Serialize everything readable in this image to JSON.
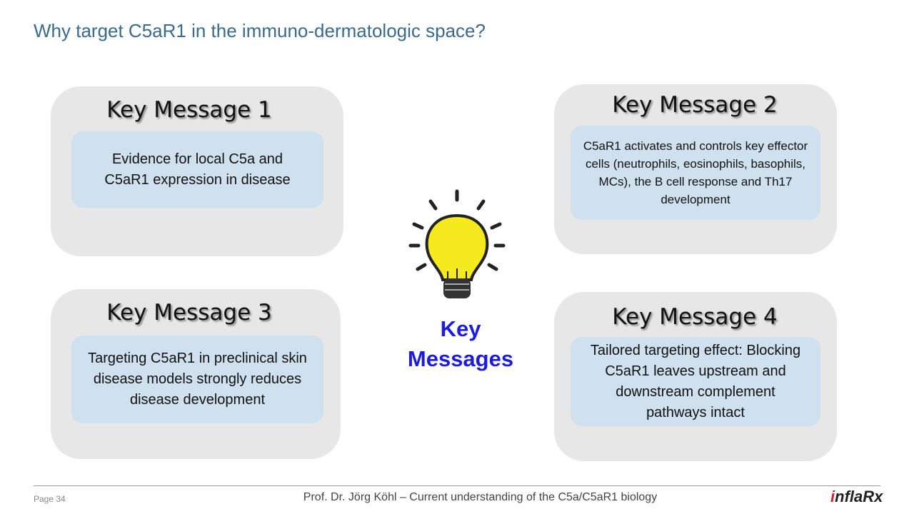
{
  "title": "Why target C5aR1 in the immuno-dermatologic space?",
  "center_label": {
    "line1": "Key",
    "line2": "Messages"
  },
  "messages": [
    {
      "title": "Key Message 1",
      "text": "Evidence for local C5a and C5aR1 expression in disease"
    },
    {
      "title": "Key Message 2",
      "text": "C5aR1 activates and controls key effector cells (neutrophils, eosinophils, basophils, MCs), the B cell response and Th17 development"
    },
    {
      "title": "Key Message 3",
      "text": "Targeting C5aR1 in preclinical skin disease models strongly reduces disease development"
    },
    {
      "title": "Key Message 4",
      "text": "Tailored targeting effect: Blocking C5aR1 leaves upstream and downstream complement pathways intact"
    }
  ],
  "footer": {
    "page": "Page 34",
    "text": "Prof. Dr. Jörg Köhl – Current understanding of the C5a/C5aR1 biology",
    "logo_i": "i",
    "logo_rest": "nflaRx"
  },
  "icons": {
    "center": "lightbulb-icon"
  }
}
